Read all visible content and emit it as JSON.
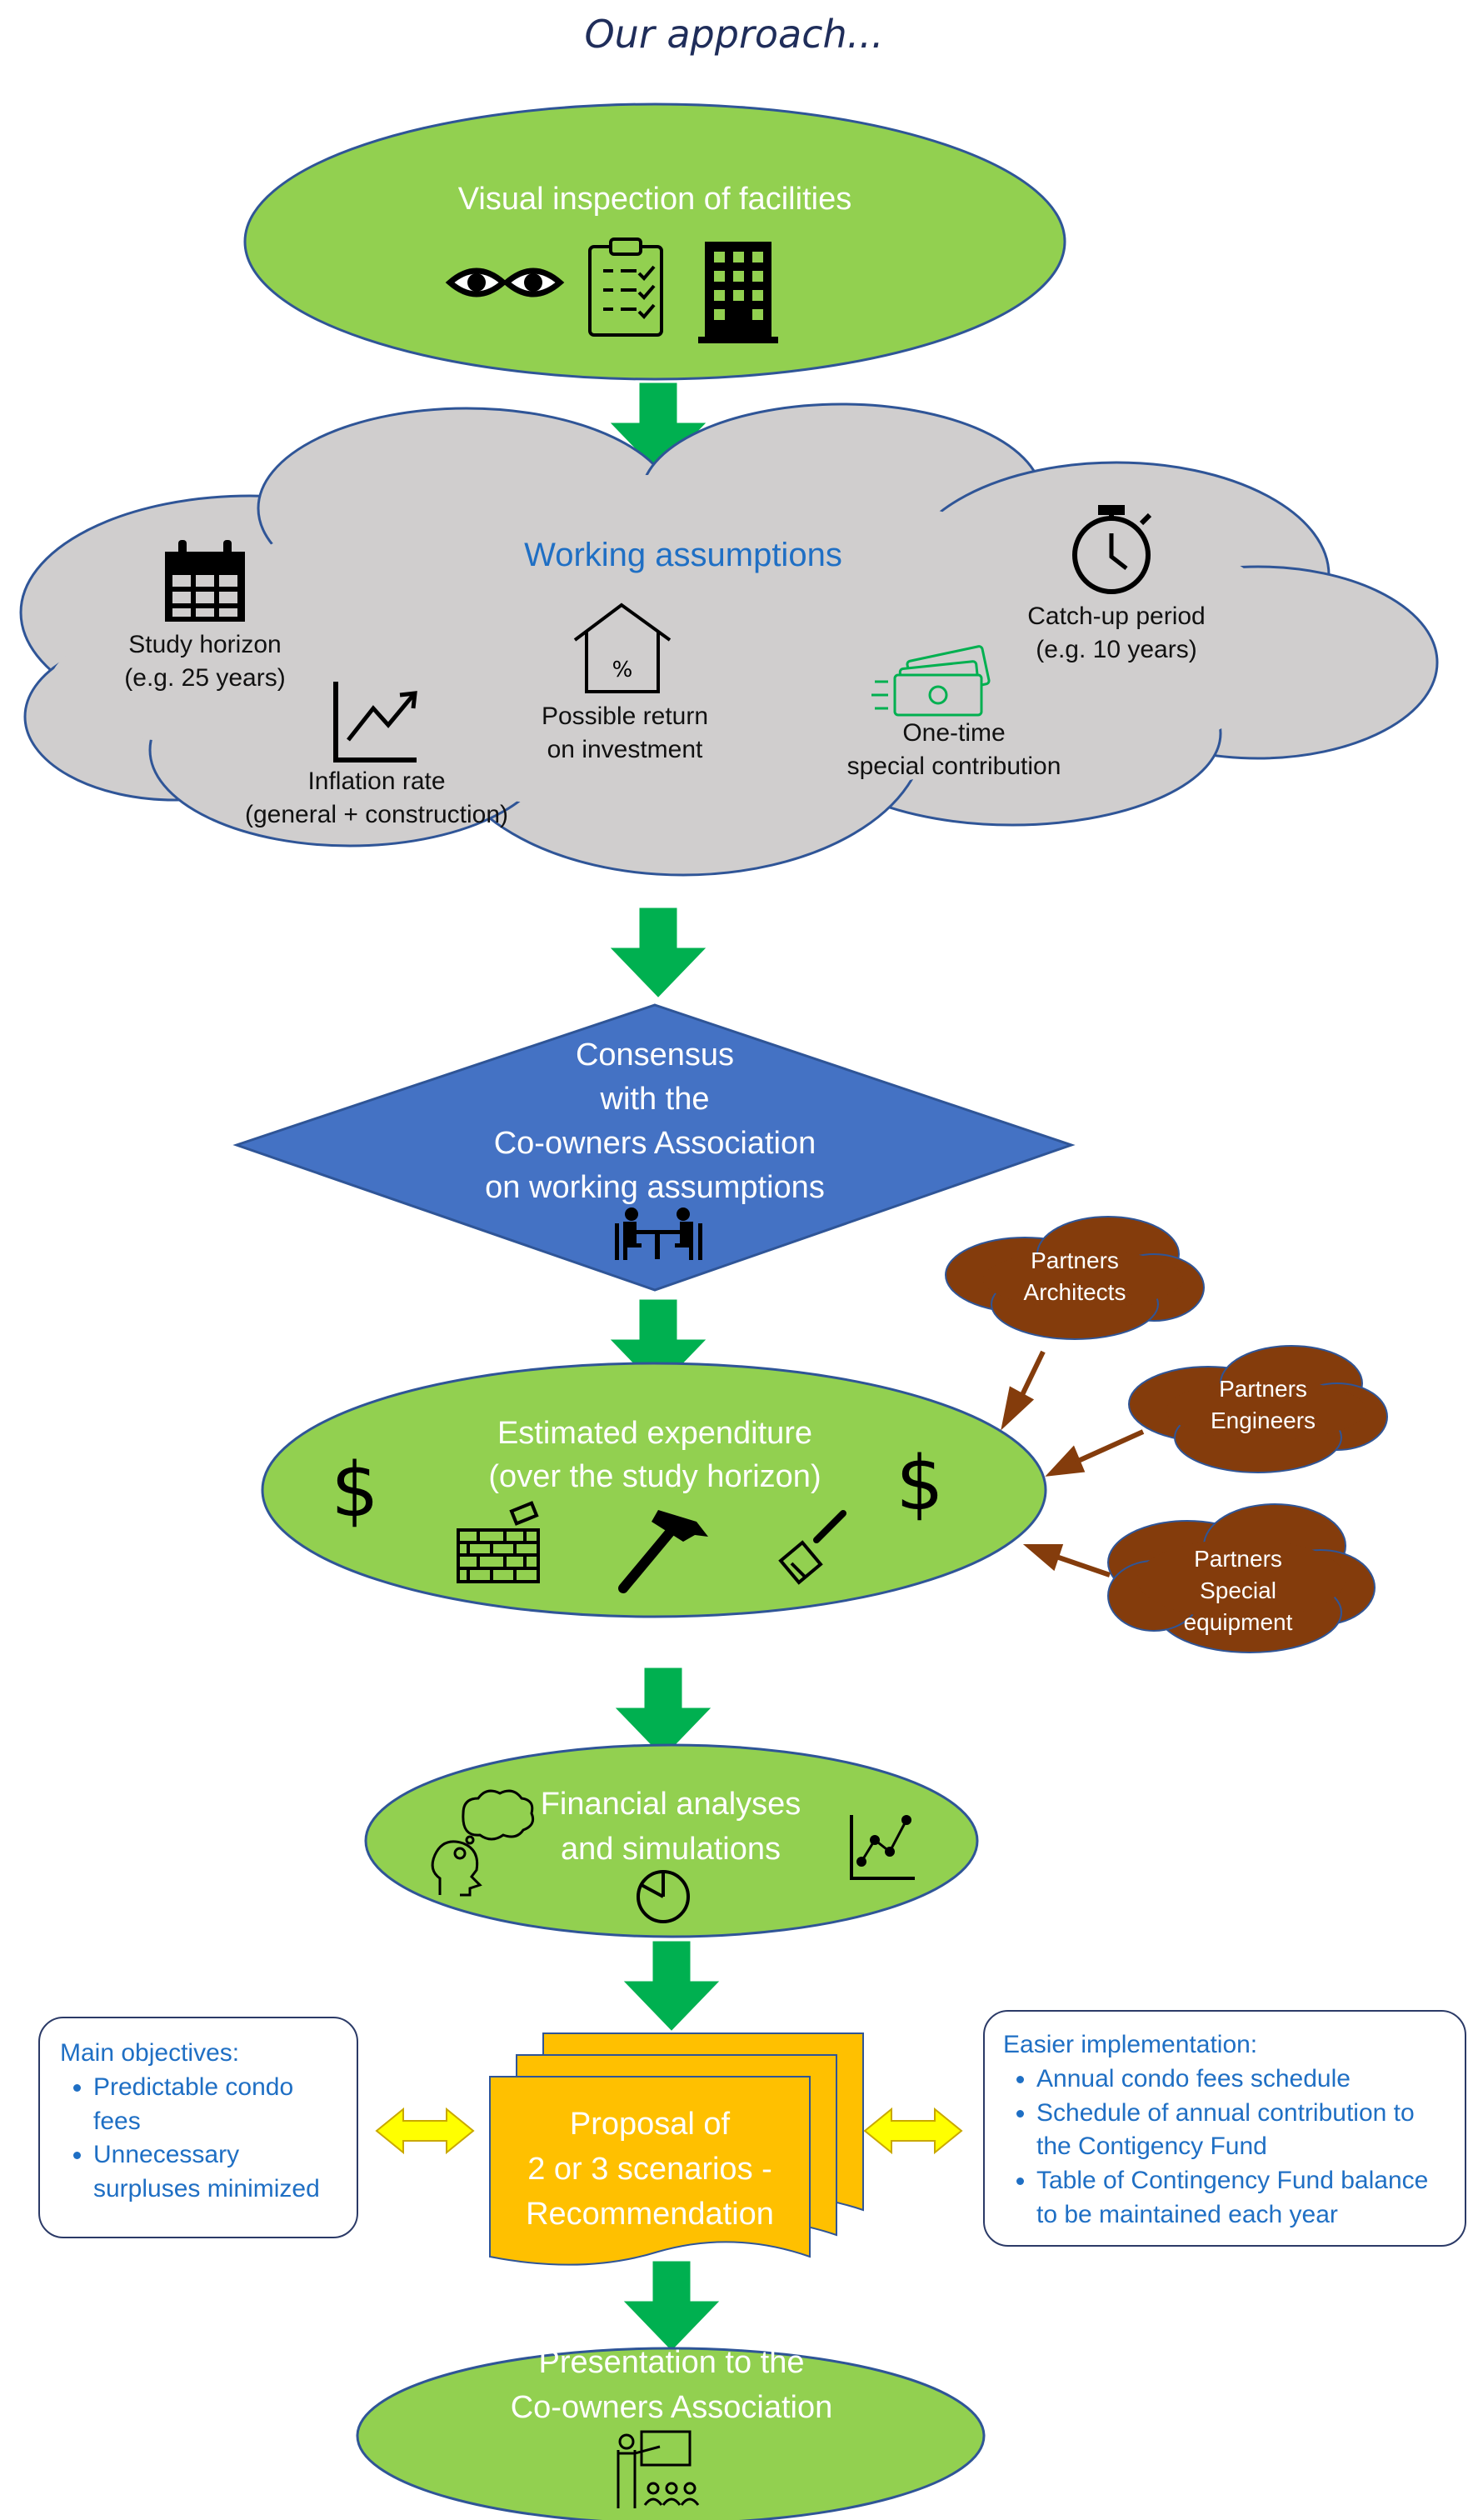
{
  "title": "Our approach...",
  "inspection": {
    "label": "Visual inspection of facilities"
  },
  "assumptions": {
    "title": "Working assumptions",
    "study_horizon": [
      "Study horizon",
      "(e.g. 25 years)"
    ],
    "inflation": [
      "Inflation rate",
      "(general + construction)"
    ],
    "return": [
      "Possible return",
      "on investment"
    ],
    "special": [
      "One-time",
      "special contribution"
    ],
    "catchup": [
      "Catch-up period",
      "(e.g. 10 years)"
    ]
  },
  "consensus": {
    "lines": [
      "Consensus",
      "with the",
      "Co-owners Association",
      "on working assumptions"
    ]
  },
  "partners": [
    {
      "lines": [
        "Partners",
        "Architects"
      ]
    },
    {
      "lines": [
        "Partners",
        "Engineers"
      ]
    },
    {
      "lines": [
        "Partners",
        "Special",
        "equipment"
      ]
    }
  ],
  "expenditure": {
    "lines": [
      "Estimated expenditure",
      "(over the study horizon)"
    ],
    "currency": "$"
  },
  "financial": {
    "lines": [
      "Financial analyses",
      "and simulations"
    ]
  },
  "objectives": {
    "heading": "Main objectives:",
    "items": [
      "Predictable condo fees",
      "Unnecessary surpluses minimized"
    ]
  },
  "proposal": {
    "lines": [
      "Proposal of",
      "2 or 3 scenarios -",
      "Recommendation"
    ]
  },
  "implementation": {
    "heading": "Easier implementation:",
    "items": [
      "Annual condo fees schedule",
      "Schedule of annual contribution to the Contigency Fund",
      "Table of Contingency Fund balance to be maintained each year"
    ]
  },
  "presentation": {
    "lines": [
      "Presentation to the",
      "Co-owners Association"
    ]
  },
  "colors": {
    "green": "#92d050",
    "gray": "#d0cece",
    "blue": "#4472c4",
    "brown": "#843c0c",
    "yellow": "#ffc000",
    "arrow_green": "#00b050",
    "arrow_yellow": "#ffff00"
  }
}
